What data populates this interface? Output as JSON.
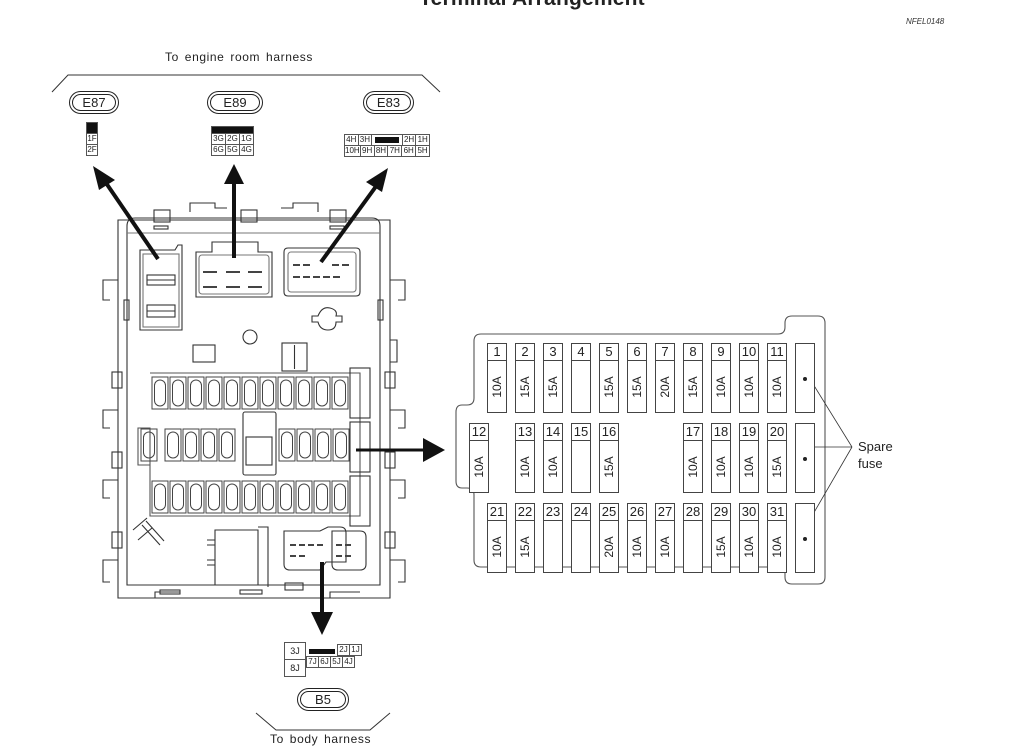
{
  "title": "Terminal Arrangement",
  "figure_id": "NFEL0148",
  "top_caption": "To engine room harness",
  "bottom_caption": "To body harness",
  "connectors": {
    "e87": {
      "label": "E87",
      "rows": [
        [
          "#"
        ],
        [
          "1F"
        ],
        [
          "2F"
        ]
      ]
    },
    "e89": {
      "label": "E89",
      "rows": [
        [
          "#",
          "#",
          "#"
        ],
        [
          "3G",
          "2G",
          "1G"
        ],
        [
          "6G",
          "5G",
          "4G"
        ]
      ]
    },
    "e83": {
      "label": "E83",
      "rows": [
        [
          "4H",
          "3H",
          "#",
          "2H",
          "1H"
        ],
        [
          "10H",
          "9H",
          "8H",
          "7H",
          "6H",
          "5H"
        ]
      ]
    },
    "b5": {
      "label": "B5",
      "rows": [
        [
          "3J",
          "#",
          "2J",
          "1J"
        ],
        [
          "8J",
          "7J",
          "6J",
          "5J",
          "4J"
        ]
      ]
    }
  },
  "fuse_panel": {
    "rows": [
      [
        {
          "num": "1",
          "amp": "10A"
        },
        {
          "num": "2",
          "amp": "15A"
        },
        {
          "num": "3",
          "amp": "15A"
        },
        {
          "num": "4",
          "amp": ""
        },
        {
          "num": "5",
          "amp": "15A"
        },
        {
          "num": "6",
          "amp": "15A"
        },
        {
          "num": "7",
          "amp": "20A"
        },
        {
          "num": "8",
          "amp": "15A"
        },
        {
          "num": "9",
          "amp": "10A"
        },
        {
          "num": "10",
          "amp": "10A"
        },
        {
          "num": "11",
          "amp": "10A"
        }
      ],
      [
        {
          "num": "12",
          "amp": "10A"
        },
        {
          "num": "13",
          "amp": "10A"
        },
        {
          "num": "14",
          "amp": "10A"
        },
        {
          "num": "15",
          "amp": ""
        },
        {
          "num": "16",
          "amp": "15A"
        },
        {
          "num": "17",
          "amp": "10A"
        },
        {
          "num": "18",
          "amp": "10A"
        },
        {
          "num": "19",
          "amp": "10A"
        },
        {
          "num": "20",
          "amp": "15A"
        }
      ],
      [
        {
          "num": "21",
          "amp": "10A"
        },
        {
          "num": "22",
          "amp": "15A"
        },
        {
          "num": "23",
          "amp": ""
        },
        {
          "num": "24",
          "amp": ""
        },
        {
          "num": "25",
          "amp": "20A"
        },
        {
          "num": "26",
          "amp": "10A"
        },
        {
          "num": "27",
          "amp": "10A"
        },
        {
          "num": "28",
          "amp": ""
        },
        {
          "num": "29",
          "amp": "15A"
        },
        {
          "num": "30",
          "amp": "10A"
        },
        {
          "num": "31",
          "amp": "10A"
        }
      ]
    ],
    "spare_label_line1": "Spare",
    "spare_label_line2": "fuse"
  }
}
